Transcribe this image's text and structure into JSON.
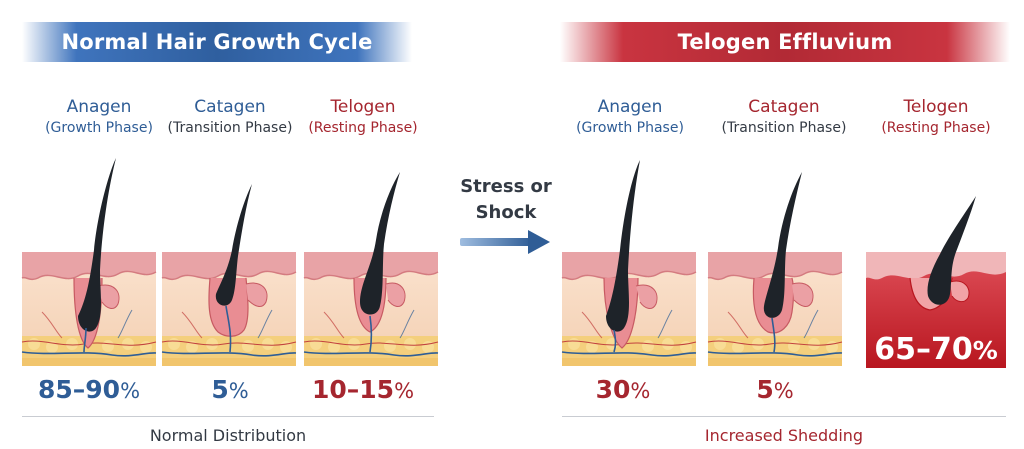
{
  "normal": {
    "title": "Normal Hair Growth Cycle",
    "phases": [
      {
        "name": "Anagen",
        "sub": "(Growth Phase)",
        "value": "85–90",
        "unit": "%"
      },
      {
        "name": "Catagen",
        "sub": "(Transition Phase)",
        "value": "5",
        "unit": "%"
      },
      {
        "name": "Telogen",
        "sub": "(Resting Phase)",
        "value": "10–15",
        "unit": "%"
      }
    ],
    "caption": "Normal Distribution"
  },
  "trigger": {
    "line1": "Stress or",
    "line2": "Shock"
  },
  "effluvium": {
    "title": "Telogen Effluvium",
    "phases": [
      {
        "name": "Anagen",
        "sub": "(Growth Phase)",
        "value": "30",
        "unit": "%"
      },
      {
        "name": "Catagen",
        "sub": "(Transition Phase)",
        "value": "5",
        "unit": "%"
      },
      {
        "name": "Telogen",
        "sub": "(Resting Phase)",
        "value": "65–70",
        "unit": "%"
      }
    ],
    "caption": "Increased Shedding"
  },
  "colors": {
    "normal_accent": "#2f5d96",
    "effluvium_accent": "#a5262f",
    "skin": "#f6dcc6",
    "skin_top": "#e59aa0",
    "fat": "#f5d48a",
    "hair": "#1e2329",
    "highlight_panel": "#c8202b"
  }
}
